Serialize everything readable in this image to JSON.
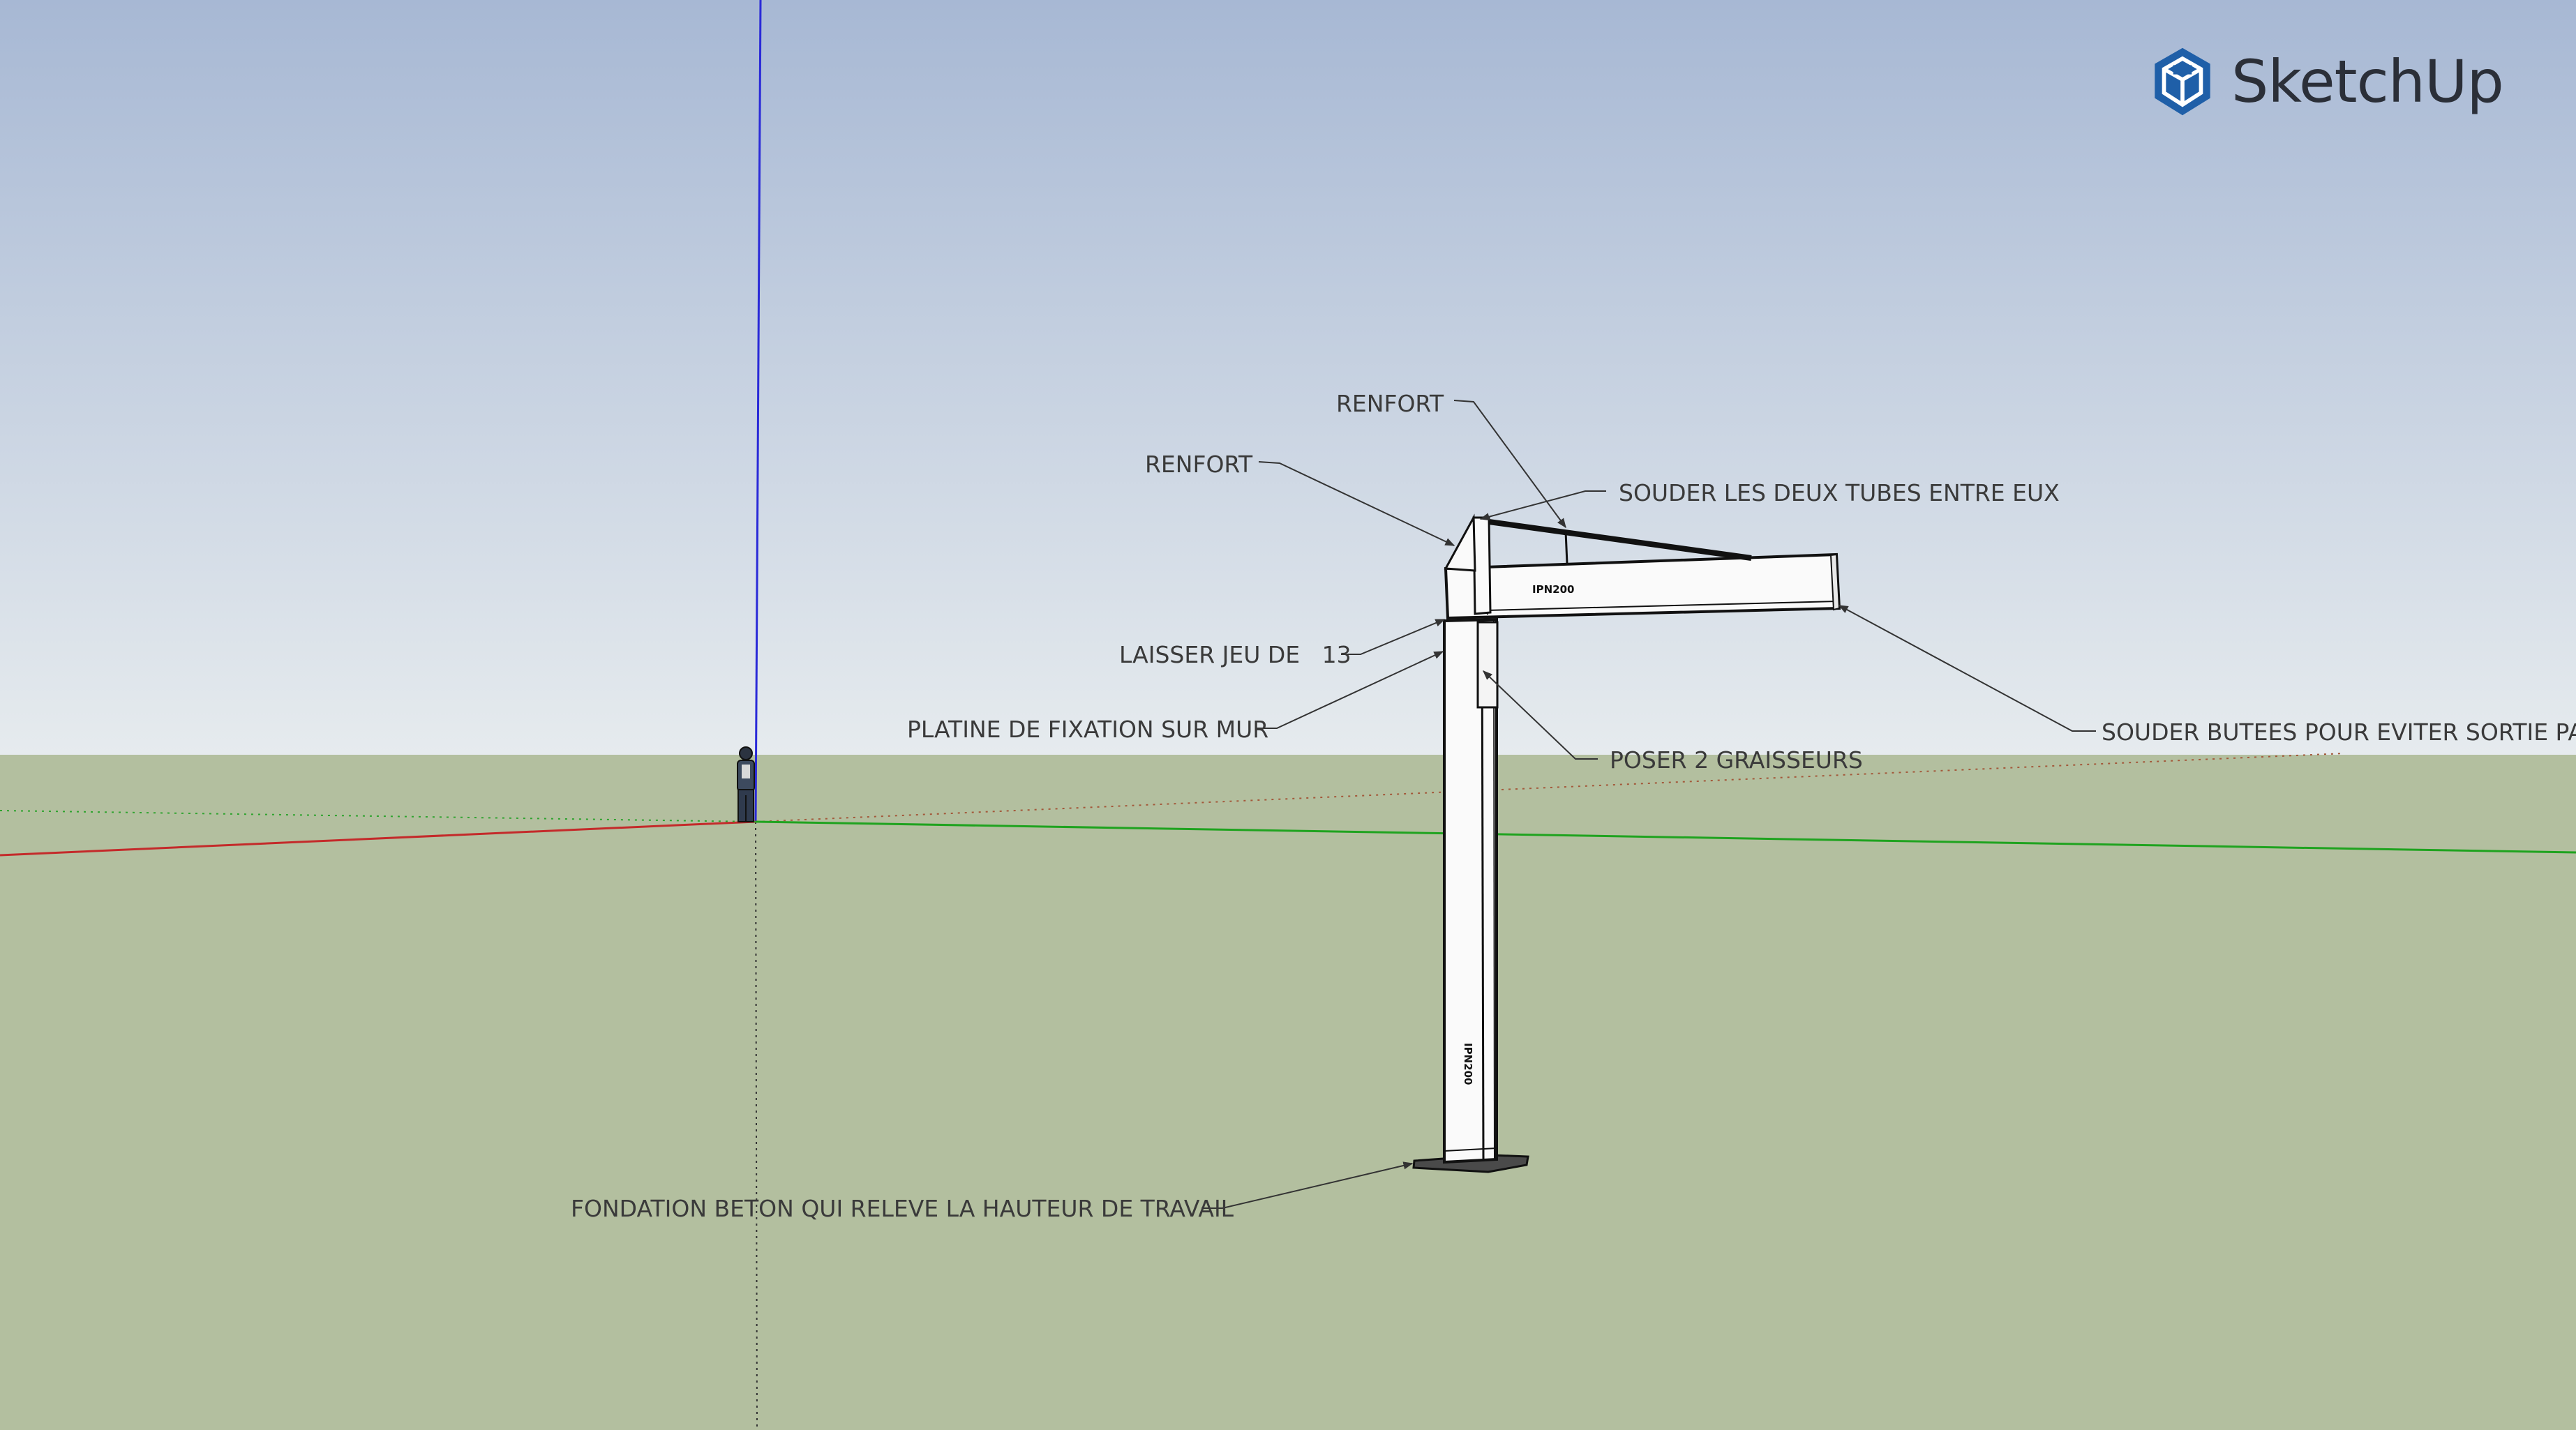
{
  "app": {
    "brand_name": "SketchUp",
    "brand_icon": "sketchup-logo-icon",
    "brand_color": "#1f5fa8"
  },
  "viewport": {
    "sky_top_color": "#a7b8d4",
    "sky_bottom_color": "#e6ebee",
    "ground_color": "#b3bf9f",
    "axis_red": "#c42a2a",
    "axis_green": "#1fa31f",
    "axis_blue": "#2a2ad8"
  },
  "model": {
    "beam_horizontal_label": "IPN200",
    "beam_vertical_label": "IPN200"
  },
  "annotations": [
    {
      "id": "renfort-top",
      "text": "RENFORT"
    },
    {
      "id": "renfort-left",
      "text": "RENFORT"
    },
    {
      "id": "souder-tubes",
      "text": "SOUDER LES DEUX TUBES ENTRE EUX"
    },
    {
      "id": "laisser-jeu",
      "text": "LAISSER JEU DE   13"
    },
    {
      "id": "platine",
      "text": "PLATINE DE FIXATION SUR MUR"
    },
    {
      "id": "poser-graisseurs",
      "text": "POSER 2 GRAISSEURS"
    },
    {
      "id": "souder-butees",
      "text": "SOUDER BUTEES POUR EVITER SORTIE PALAN"
    },
    {
      "id": "fondation",
      "text": "FONDATION BETON QUI RELEVE LA HAUTEUR DE TRAVAIL"
    }
  ]
}
